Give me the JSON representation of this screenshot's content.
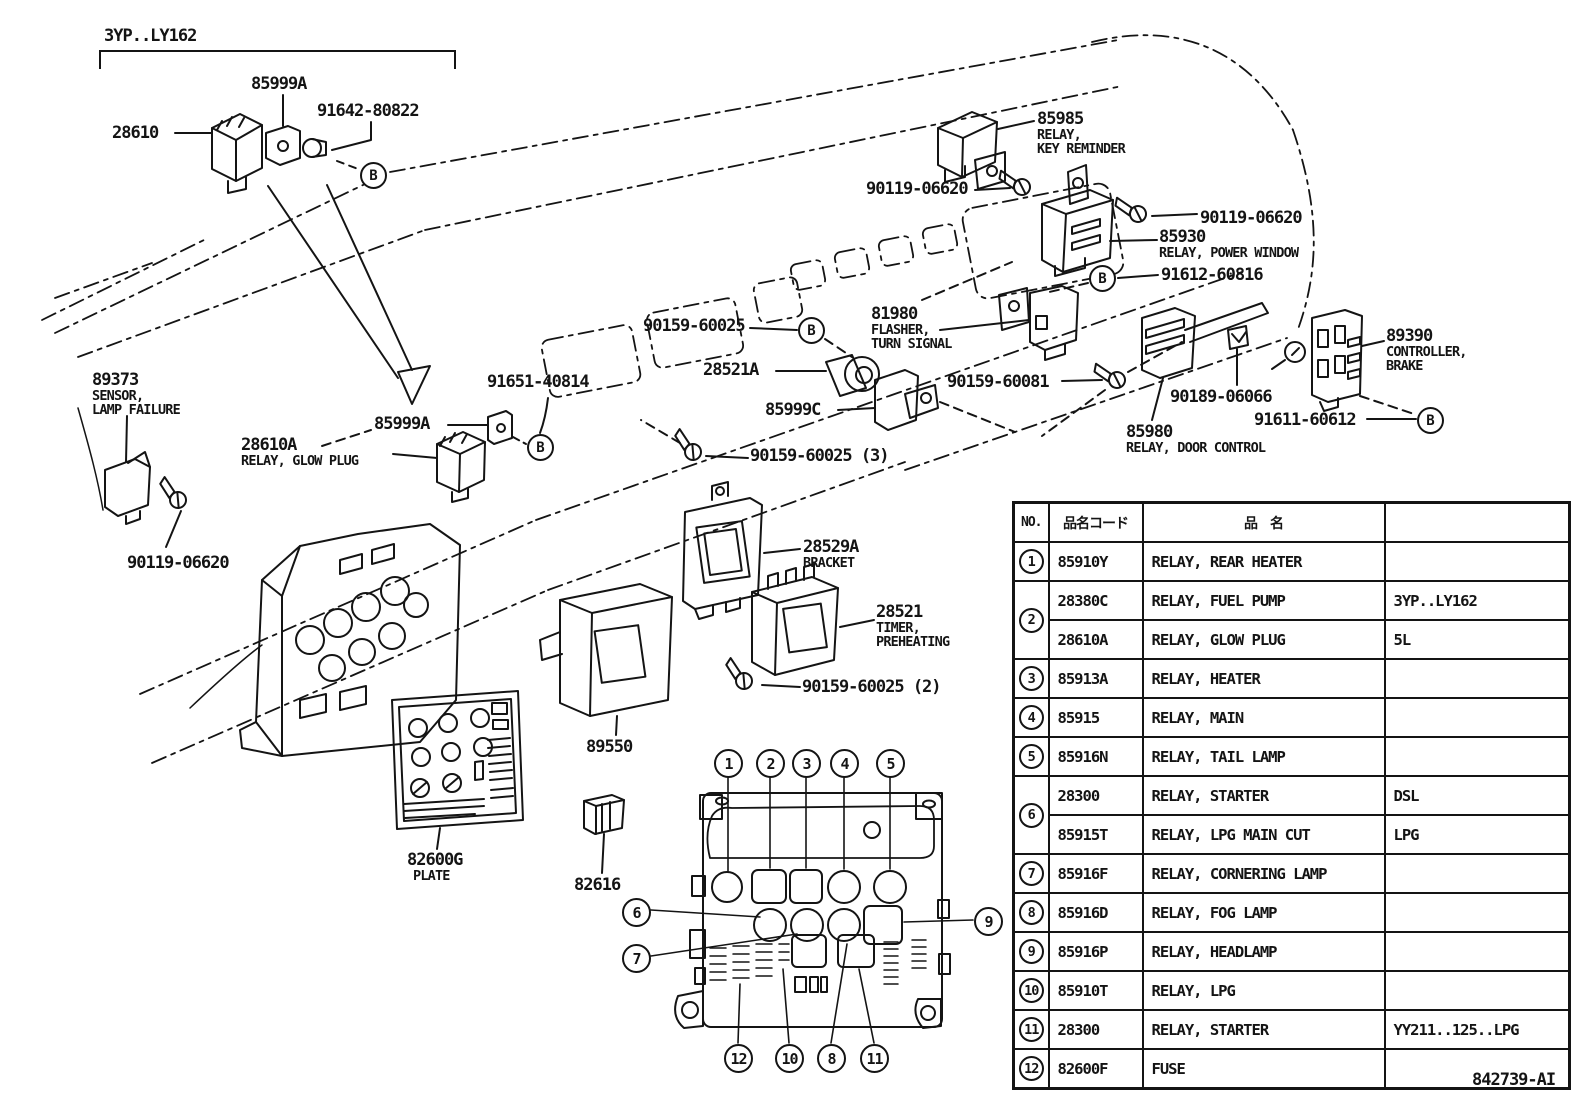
{
  "page": {
    "footer_id": "842739-AI"
  },
  "diagram": {
    "bracket_label": "3YP..LY162",
    "callout_letter": "B",
    "labels": {
      "l_28610": {
        "part": "28610"
      },
      "l_85999a_top": {
        "part": "85999A"
      },
      "l_91642_80822": {
        "part": "91642-80822"
      },
      "l_85985": {
        "part": "85985",
        "desc1": "RELAY,",
        "desc2": "KEY REMINDER"
      },
      "l_90119_left": {
        "part": "90119-06620"
      },
      "l_90119_right": {
        "part": "90119-06620"
      },
      "l_85930": {
        "part": "85930",
        "desc1": "RELAY, POWER WINDOW"
      },
      "l_91612_60816": {
        "part": "91612-60816"
      },
      "l_81980": {
        "part": "81980",
        "desc1": "FLASHER,",
        "desc2": "TURN SIGNAL"
      },
      "l_90159_60025": {
        "part": "90159-60025"
      },
      "l_28521a": {
        "part": "28521A"
      },
      "l_85999c": {
        "part": "85999C"
      },
      "l_90159_60081": {
        "part": "90159-60081"
      },
      "l_90189_06066": {
        "part": "90189-06066"
      },
      "l_89390": {
        "part": "89390",
        "desc1": "CONTROLLER,",
        "desc2": "BRAKE"
      },
      "l_91611_60612": {
        "part": "91611-60612"
      },
      "l_85980": {
        "part": "85980",
        "desc1": "RELAY, DOOR CONTROL"
      },
      "l_89373": {
        "part": "89373",
        "desc1": "SENSOR,",
        "desc2": "LAMP FAILURE"
      },
      "l_91651_40814": {
        "part": "91651-40814"
      },
      "l_85999a_mid": {
        "part": "85999A"
      },
      "l_28610a": {
        "part": "28610A",
        "desc1": "RELAY, GLOW PLUG"
      },
      "l_90159_60025_3": {
        "part": "90159-60025 (3)"
      },
      "l_90119_lower": {
        "part": "90119-06620"
      },
      "l_28529a": {
        "part": "28529A",
        "desc1": "BRACKET"
      },
      "l_28521": {
        "part": "28521",
        "desc1": "TIMER,",
        "desc2": "PREHEATING"
      },
      "l_90159_60025_2": {
        "part": "90159-60025 (2)"
      },
      "l_89550": {
        "part": "89550"
      },
      "l_82600g": {
        "part": "82600G",
        "desc1": "PLATE"
      },
      "l_82616": {
        "part": "82616"
      }
    },
    "fusebox_callouts": [
      "1",
      "2",
      "3",
      "4",
      "5",
      "6",
      "7",
      "8",
      "9",
      "10",
      "11",
      "12"
    ]
  },
  "table": {
    "headers": {
      "no": "NO.",
      "code": "品名コード",
      "name": "品　名",
      "note": ""
    },
    "rows": [
      {
        "no": "1",
        "code": "85910Y",
        "name": "RELAY, REAR HEATER",
        "note": ""
      },
      {
        "no": "2",
        "code": "28380C",
        "name": "RELAY, FUEL PUMP",
        "note": "3YP..LY162"
      },
      {
        "no": "",
        "code": "28610A",
        "name": "RELAY, GLOW PLUG",
        "note": "5L"
      },
      {
        "no": "3",
        "code": "85913A",
        "name": "RELAY, HEATER",
        "note": ""
      },
      {
        "no": "4",
        "code": "85915",
        "name": "RELAY, MAIN",
        "note": ""
      },
      {
        "no": "5",
        "code": "85916N",
        "name": "RELAY, TAIL LAMP",
        "note": ""
      },
      {
        "no": "6",
        "code": "28300",
        "name": "RELAY, STARTER",
        "note": "DSL"
      },
      {
        "no": "",
        "code": "85915T",
        "name": "RELAY, LPG MAIN CUT",
        "note": "LPG"
      },
      {
        "no": "7",
        "code": "85916F",
        "name": "RELAY, CORNERING LAMP",
        "note": ""
      },
      {
        "no": "8",
        "code": "85916D",
        "name": "RELAY, FOG LAMP",
        "note": ""
      },
      {
        "no": "9",
        "code": "85916P",
        "name": "RELAY, HEADLAMP",
        "note": ""
      },
      {
        "no": "10",
        "code": "85910T",
        "name": "RELAY, LPG",
        "note": ""
      },
      {
        "no": "11",
        "code": "28300",
        "name": "RELAY, STARTER",
        "note": "YY211..125..LPG"
      },
      {
        "no": "12",
        "code": "82600F",
        "name": "FUSE",
        "note": ""
      }
    ]
  }
}
